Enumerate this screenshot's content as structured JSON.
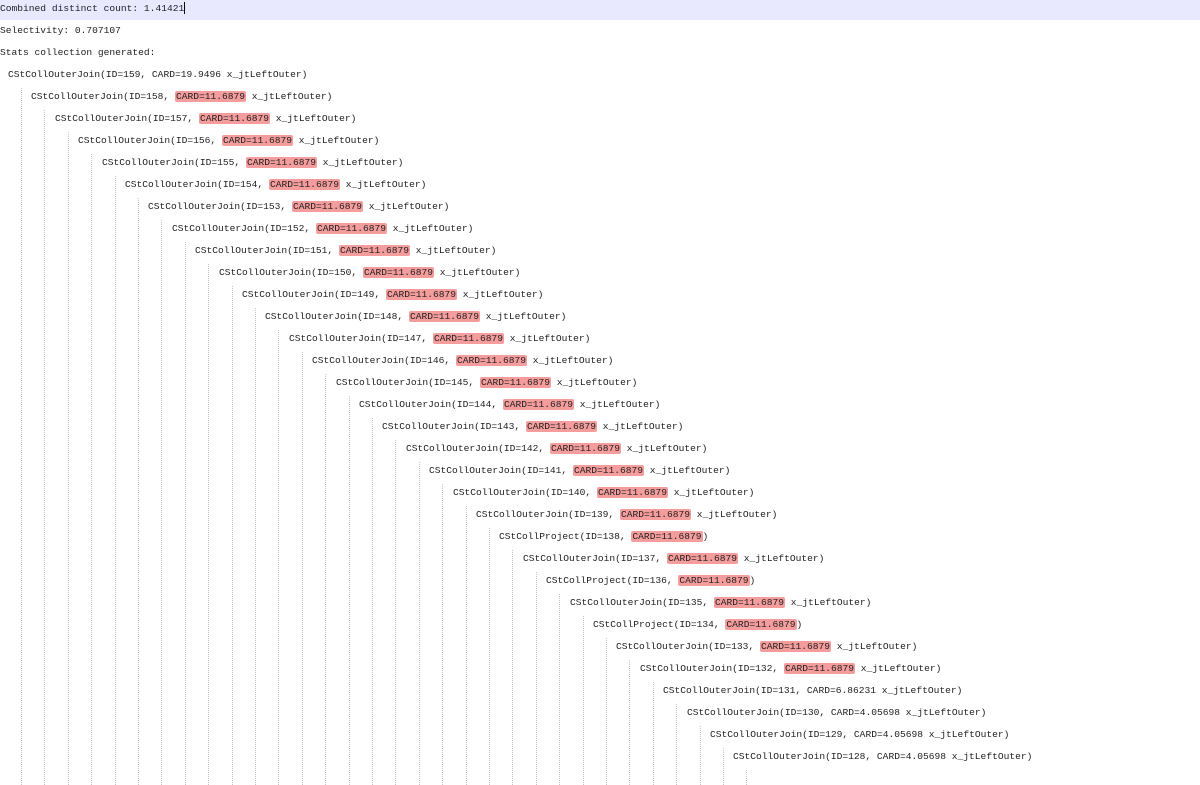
{
  "editor": {
    "lines": [
      {
        "prefix": "Combined distinct count: 1.41421",
        "card": "",
        "suffix": "",
        "current": true
      },
      {
        "prefix": "Selectivity: 0.707107",
        "card": "",
        "suffix": ""
      },
      {
        "prefix": "Stats collection generated:",
        "card": "",
        "suffix": ""
      },
      {
        "prefix": "CStCollOuterJoin(ID=159, CARD=19.9496 x_jtLeftOuter)",
        "card": "",
        "suffix": ""
      },
      {
        "prefix": "CStCollOuterJoin(ID=158, ",
        "card": "CARD=11.6879",
        "suffix": " x_jtLeftOuter)"
      },
      {
        "prefix": "CStCollOuterJoin(ID=157, ",
        "card": "CARD=11.6879",
        "suffix": " x_jtLeftOuter)"
      },
      {
        "prefix": "CStCollOuterJoin(ID=156, ",
        "card": "CARD=11.6879",
        "suffix": " x_jtLeftOuter)"
      },
      {
        "prefix": "CStCollOuterJoin(ID=155, ",
        "card": "CARD=11.6879",
        "suffix": " x_jtLeftOuter)"
      },
      {
        "prefix": "CStCollOuterJoin(ID=154, ",
        "card": "CARD=11.6879",
        "suffix": " x_jtLeftOuter)"
      },
      {
        "prefix": "CStCollOuterJoin(ID=153, ",
        "card": "CARD=11.6879",
        "suffix": " x_jtLeftOuter)"
      },
      {
        "prefix": "CStCollOuterJoin(ID=152, ",
        "card": "CARD=11.6879",
        "suffix": " x_jtLeftOuter)"
      },
      {
        "prefix": "CStCollOuterJoin(ID=151, ",
        "card": "CARD=11.6879",
        "suffix": " x_jtLeftOuter)"
      },
      {
        "prefix": "CStCollOuterJoin(ID=150, ",
        "card": "CARD=11.6879",
        "suffix": " x_jtLeftOuter)"
      },
      {
        "prefix": "CStCollOuterJoin(ID=149, ",
        "card": "CARD=11.6879",
        "suffix": " x_jtLeftOuter)"
      },
      {
        "prefix": "CStCollOuterJoin(ID=148, ",
        "card": "CARD=11.6879",
        "suffix": " x_jtLeftOuter)"
      },
      {
        "prefix": "CStCollOuterJoin(ID=147, ",
        "card": "CARD=11.6879",
        "suffix": " x_jtLeftOuter)"
      },
      {
        "prefix": "CStCollOuterJoin(ID=146, ",
        "card": "CARD=11.6879",
        "suffix": " x_jtLeftOuter)"
      },
      {
        "prefix": "CStCollOuterJoin(ID=145, ",
        "card": "CARD=11.6879",
        "suffix": " x_jtLeftOuter)"
      },
      {
        "prefix": "CStCollOuterJoin(ID=144, ",
        "card": "CARD=11.6879",
        "suffix": " x_jtLeftOuter)"
      },
      {
        "prefix": "CStCollOuterJoin(ID=143, ",
        "card": "CARD=11.6879",
        "suffix": " x_jtLeftOuter)"
      },
      {
        "prefix": "CStCollOuterJoin(ID=142, ",
        "card": "CARD=11.6879",
        "suffix": " x_jtLeftOuter)"
      },
      {
        "prefix": "CStCollOuterJoin(ID=141, ",
        "card": "CARD=11.6879",
        "suffix": " x_jtLeftOuter)"
      },
      {
        "prefix": "CStCollOuterJoin(ID=140, ",
        "card": "CARD=11.6879",
        "suffix": " x_jtLeftOuter)"
      },
      {
        "prefix": "CStCollOuterJoin(ID=139, ",
        "card": "CARD=11.6879",
        "suffix": " x_jtLeftOuter)"
      },
      {
        "prefix": "CStCollProject(ID=138, ",
        "card": "CARD=11.6879",
        "suffix": ")"
      },
      {
        "prefix": "CStCollOuterJoin(ID=137, ",
        "card": "CARD=11.6879",
        "suffix": " x_jtLeftOuter)"
      },
      {
        "prefix": "CStCollProject(ID=136, ",
        "card": "CARD=11.6879",
        "suffix": ")"
      },
      {
        "prefix": "CStCollOuterJoin(ID=135, ",
        "card": "CARD=11.6879",
        "suffix": " x_jtLeftOuter)"
      },
      {
        "prefix": "CStCollProject(ID=134, ",
        "card": "CARD=11.6879",
        "suffix": ")"
      },
      {
        "prefix": "CStCollOuterJoin(ID=133, ",
        "card": "CARD=11.6879",
        "suffix": " x_jtLeftOuter)"
      },
      {
        "prefix": "CStCollOuterJoin(ID=132, ",
        "card": "CARD=11.6879",
        "suffix": " x_jtLeftOuter)"
      },
      {
        "prefix": "CStCollOuterJoin(ID=131, CARD=6.86231 x_jtLeftOuter)",
        "card": "",
        "suffix": ""
      },
      {
        "prefix": "CStCollOuterJoin(ID=130, CARD=4.05698 x_jtLeftOuter)",
        "card": "",
        "suffix": ""
      },
      {
        "prefix": "CStCollOuterJoin(ID=129, CARD=4.05698 x_jtLeftOuter)",
        "card": "",
        "suffix": ""
      },
      {
        "prefix": "CStCollOuterJoin(ID=128, CARD=4.05698 x_jtLeftOuter)",
        "card": "",
        "suffix": ""
      }
    ]
  },
  "colors": {
    "highlight": "#f59c9c",
    "current_line": "#e8e8ff",
    "indent_guide": "#c4c4c4"
  }
}
